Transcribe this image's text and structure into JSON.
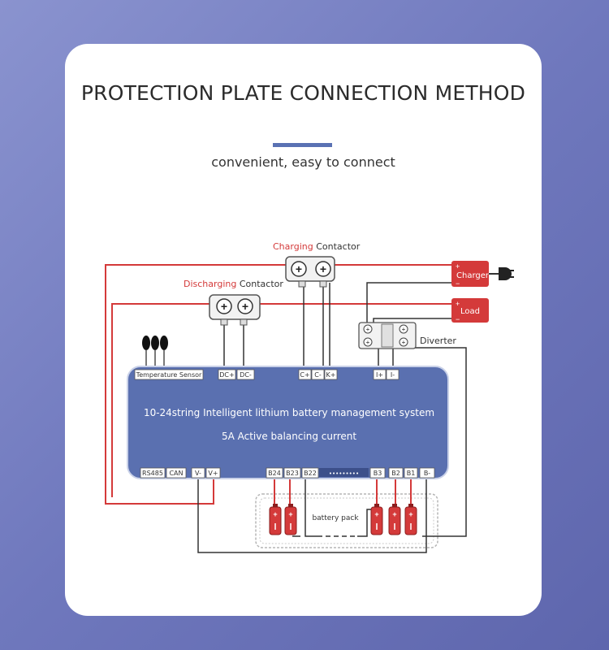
{
  "title": "PROTECTION PLATE CONNECTION METHOD",
  "subtitle": "convenient, easy to connect",
  "diagram": {
    "charging_contactor": {
      "prefix": "Charging",
      "suffix": " Contactor"
    },
    "discharging_contactor": {
      "prefix": "Discharging",
      "suffix": " Contactor"
    },
    "charger": "Charger",
    "load": "Load",
    "diverter": "Diverter",
    "temperature_sensor": "Temperature Sensor",
    "board": {
      "line1": "10-24string  Intelligent lithium battery management system",
      "line2": "5A  Active balancing current"
    },
    "top_terminals": {
      "dc_plus": "DC+",
      "dc_minus": "DC-",
      "c_plus": "C+",
      "c_minus": "C-",
      "k_plus": "K+",
      "i_plus": "I+",
      "i_minus": "I-"
    },
    "bottom_terminals": {
      "rs485": "RS485",
      "can": "CAN",
      "v_minus": "V-",
      "v_plus": "V+",
      "b24": "B24",
      "b23": "B23",
      "b22": "B22",
      "dots": "•••••••••",
      "b3": "B3",
      "b2": "B2",
      "b1": "B1",
      "b_minus": "B-"
    },
    "battery_pack": "battery pack",
    "plus_sign": "+",
    "minus_sign": "−",
    "colors": {
      "accent_red": "#d43a3a",
      "board_blue": "#5a70b0",
      "title_rule": "#5a71b3"
    }
  }
}
